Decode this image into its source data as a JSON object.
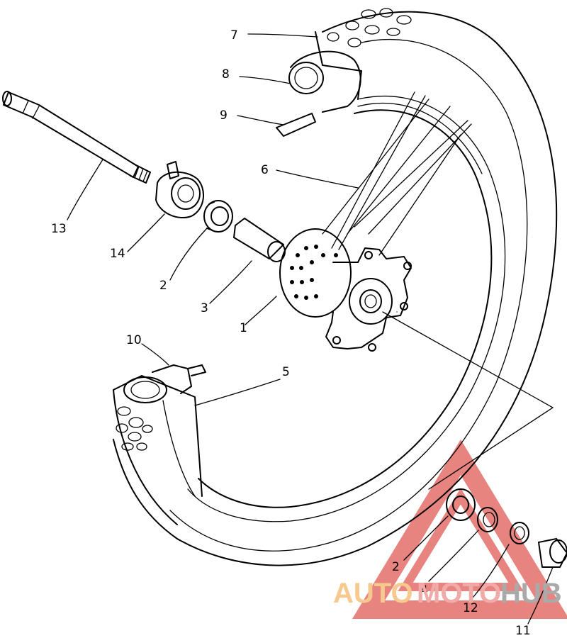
{
  "diagram": {
    "callouts": [
      {
        "id": "c7",
        "label": "7"
      },
      {
        "id": "c8",
        "label": "8"
      },
      {
        "id": "c9",
        "label": "9"
      },
      {
        "id": "c6",
        "label": "6"
      },
      {
        "id": "c13",
        "label": "13"
      },
      {
        "id": "c14",
        "label": "14"
      },
      {
        "id": "c2a",
        "label": "2"
      },
      {
        "id": "c3",
        "label": "3"
      },
      {
        "id": "c1",
        "label": "1"
      },
      {
        "id": "c10",
        "label": "10"
      },
      {
        "id": "c5",
        "label": "5"
      },
      {
        "id": "c2b",
        "label": "2"
      },
      {
        "id": "c4",
        "label": "4"
      },
      {
        "id": "c12",
        "label": "12"
      },
      {
        "id": "c11",
        "label": "11"
      }
    ]
  },
  "watermark": {
    "part1": "AUTO",
    "part2": "MOTO",
    "part3": "HUB",
    "color_auto": "#f7c98e",
    "color_moto": "#f0aaa8",
    "color_hub": "#aaaaaa",
    "triangle_color": "#e05b55"
  }
}
